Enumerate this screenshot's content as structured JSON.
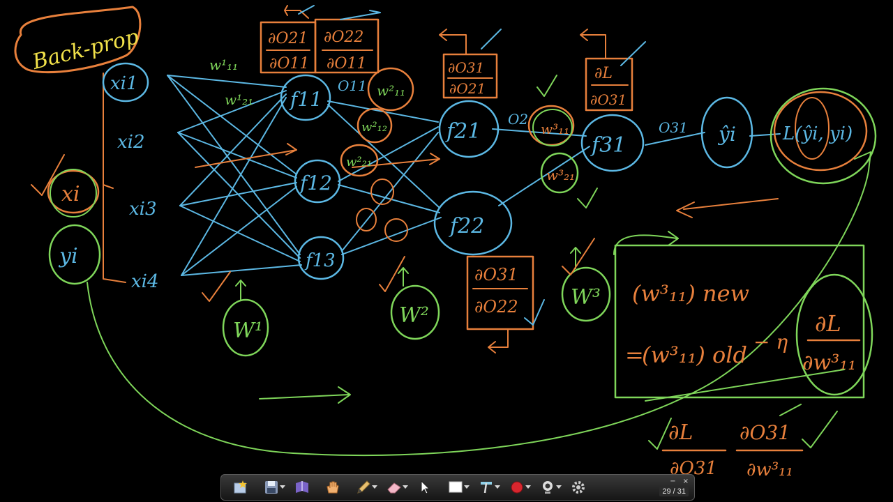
{
  "board": {
    "title": "Back-prop",
    "inputs": [
      "xi1",
      "xi2",
      "xi3",
      "xi4"
    ],
    "sample": {
      "x": "xi",
      "y": "yi"
    },
    "hidden1": [
      "f11",
      "f12",
      "f13"
    ],
    "hidden2": [
      "f21",
      "f22"
    ],
    "output_node": "f31",
    "prediction": "ŷi",
    "loss_expr": "L(ŷi, yi)",
    "outputs_labels": {
      "o11": "O11",
      "o21": "O2",
      "o31": "O31"
    },
    "weights": {
      "w1_11": "w¹₁₁",
      "w1_21": "w¹₂₁",
      "w2_11": "w²₁₁",
      "w2_12": "w²₁₂",
      "w2_21": "w²₂₁",
      "w3_11": "w³₁₁",
      "w3_21": "w³₂₁",
      "W1": "W¹",
      "W2": "W²",
      "W3": "W³"
    },
    "derivatives": {
      "d_o21_o11": {
        "num": "∂O21",
        "den": "∂O11"
      },
      "d_o22_o11": {
        "num": "∂O22",
        "den": "∂O11"
      },
      "d_o31_o21": {
        "num": "∂O31",
        "den": "∂O21"
      },
      "d_L_o31": {
        "num": "∂L",
        "den": "∂O31"
      },
      "d_o31_o22": {
        "num": "∂O31",
        "den": "∂O22"
      }
    },
    "update_rule": {
      "lhs": "(w³₁₁) new",
      "equals": "=",
      "old": "(w³₁₁) old",
      "minus_eta": "− η",
      "grad_num": "∂L",
      "grad_den": "∂w³₁₁"
    },
    "chain_rule": {
      "t1_num": "∂L",
      "t1_den": "∂O31",
      "t2_num": "∂O31",
      "t2_den": "∂w³₁₁"
    }
  },
  "toolbar": {
    "page_indicator": "29 / 31",
    "tools": [
      "star-icon",
      "save-icon",
      "book-icon",
      "hand-icon",
      "pen-icon",
      "eraser-icon",
      "pointer-icon",
      "screen-icon",
      "highlighter-icon",
      "record-icon",
      "webcam-icon",
      "gear-icon"
    ],
    "minimize_label": "−",
    "close_label": "×"
  },
  "colors": {
    "background": "#000000",
    "blue": "#5cb8e4",
    "orange": "#e8803c",
    "green": "#7fd65a",
    "yellow": "#f2e24a",
    "white": "#ffffff"
  }
}
